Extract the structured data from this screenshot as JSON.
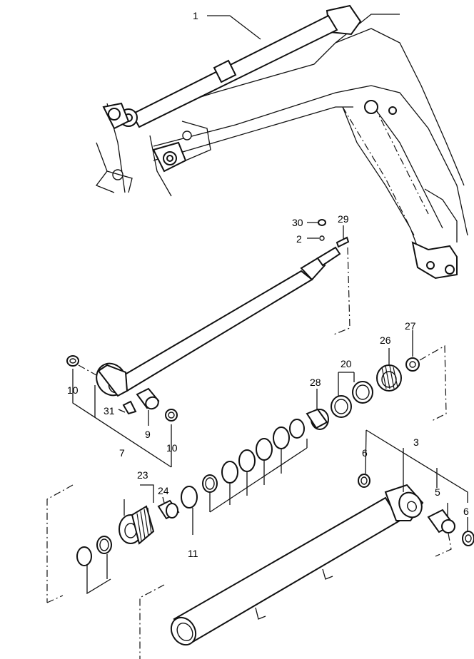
{
  "callouts": {
    "c1": "1",
    "c30": "30",
    "c29": "29",
    "c2": "2",
    "c10a": "10",
    "c31": "31",
    "c9": "9",
    "c7": "7",
    "c10b": "10",
    "c27": "27",
    "c26": "26",
    "c20": "20",
    "c28": "28",
    "c3": "3",
    "c6a": "6",
    "c5": "5",
    "c6b": "6",
    "c23": "23",
    "c24": "24",
    "c11": "11"
  }
}
